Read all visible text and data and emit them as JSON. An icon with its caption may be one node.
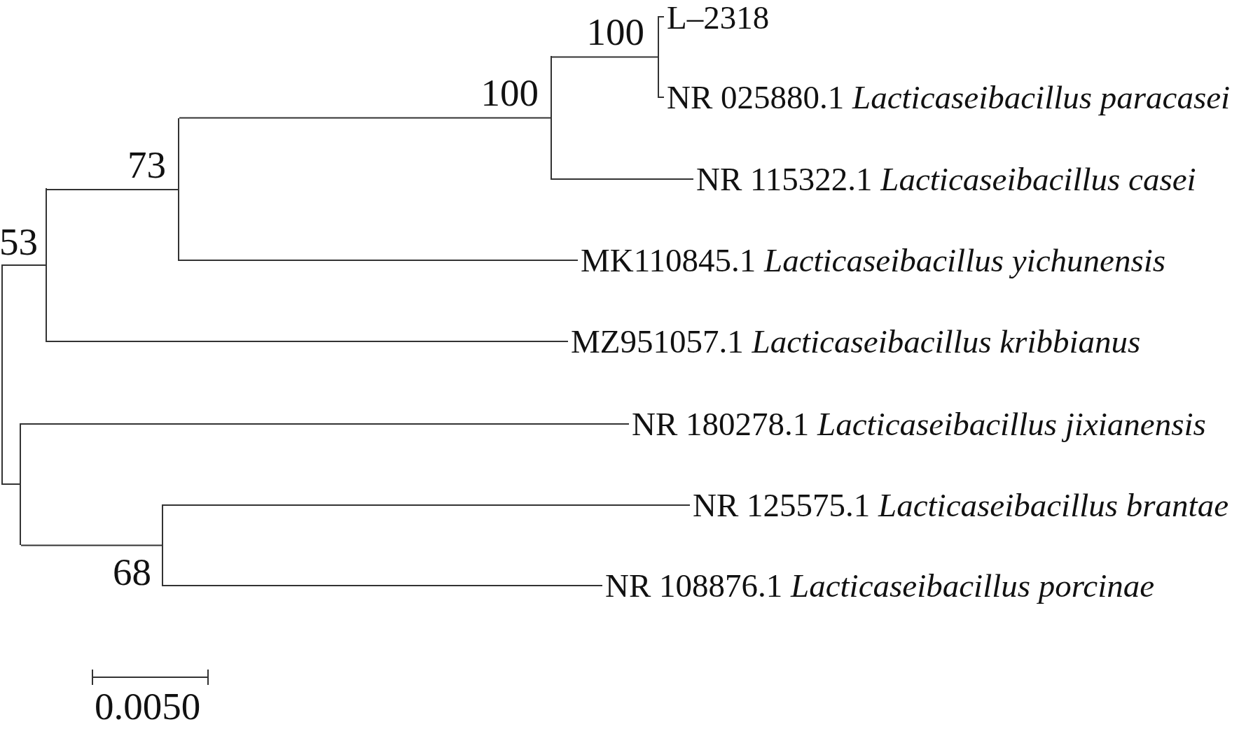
{
  "diagram": {
    "nodes": [
      {
        "text": [],
        "shape": "bar"
      },
      {
        "text": [],
        "shape": "bar",
        "beside": [
          "53"
        ]
      },
      {
        "text": [],
        "shape": "bar",
        "beside": [
          "73"
        ]
      },
      {
        "text": [],
        "shape": "bar",
        "beside": [
          "100"
        ]
      },
      {
        "text": [],
        "shape": "bar",
        "beside": [
          "100"
        ]
      },
      {
        "text": [
          "L–2318"
        ]
      },
      {
        "text": [
          "NR 025880.1 *Lacticaseibacillus paracasei*"
        ]
      },
      {
        "text": [
          "NR 115322.1 *Lacticaseibacillus casei*"
        ]
      },
      {
        "text": [
          "MK110845.1 *Lacticaseibacillus yichunensis*"
        ]
      },
      {
        "text": [
          "MZ951057.1 *Lacticaseibacillus kribbianus*"
        ]
      },
      {
        "text": [],
        "shape": "bar"
      },
      {
        "text": [
          "NR 180278.1 *Lacticaseibacillus jixianensis*"
        ]
      },
      {
        "text": [],
        "shape": "bar",
        "beside": [
          "68"
        ]
      },
      {
        "text": [
          "NR 125575.1 *Lacticaseibacillus brantae*"
        ]
      },
      {
        "text": [
          "NR 108876.1 *Lacticaseibacillus porcinae*"
        ]
      }
    ],
    "edges": [
      {
        "from": 0,
        "to": 1,
        "arrow": "none"
      },
      {
        "from": 1,
        "to": 2,
        "arrow": "none"
      },
      {
        "from": 2,
        "to": 3,
        "arrow": "none"
      },
      {
        "from": 3,
        "to": 4,
        "arrow": "none"
      },
      {
        "from": 4,
        "to": 5,
        "arrow": "none"
      },
      {
        "from": 4,
        "to": 6,
        "arrow": "none"
      },
      {
        "from": 3,
        "to": 7,
        "arrow": "none"
      },
      {
        "from": 2,
        "to": 8,
        "arrow": "none"
      },
      {
        "from": 1,
        "to": 9,
        "arrow": "none"
      },
      {
        "from": 0,
        "to": 10,
        "arrow": "none"
      },
      {
        "from": 10,
        "to": 11,
        "arrow": "none"
      },
      {
        "from": 10,
        "to": 12,
        "arrow": "none"
      },
      {
        "from": 12,
        "to": 13,
        "arrow": "none"
      },
      {
        "from": 12,
        "to": 14,
        "arrow": "none"
      }
    ],
    "labels": [
      "0.0050"
    ]
  }
}
